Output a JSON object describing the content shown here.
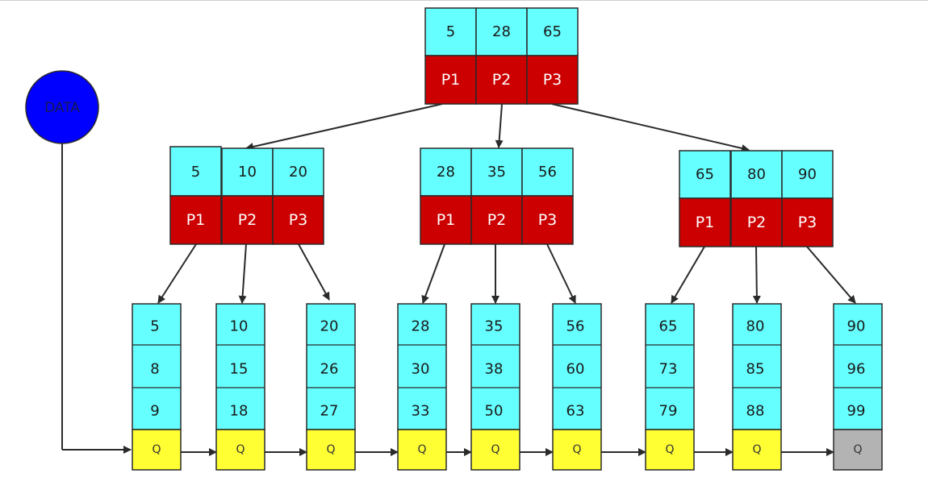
{
  "colors": {
    "key_fill": "#66ffff",
    "pointer_fill": "#cc0000",
    "q_fill": "#ffff33",
    "q_last_fill": "#b3b3b3",
    "data_fill": "#0000ff",
    "stroke": "#2a2a2a",
    "pointer_text": "#ffffff",
    "key_text": "#1a1a1a"
  },
  "data_node": {
    "label": "DATA"
  },
  "root": {
    "keys": [
      "5",
      "28",
      "65"
    ],
    "pointers": [
      "P1",
      "P2",
      "P3"
    ]
  },
  "internal_nodes": [
    {
      "keys": [
        "5",
        "10",
        "20"
      ],
      "pointers": [
        "P1",
        "P2",
        "P3"
      ]
    },
    {
      "keys": [
        "28",
        "35",
        "56"
      ],
      "pointers": [
        "P1",
        "P2",
        "P3"
      ]
    },
    {
      "keys": [
        "65",
        "80",
        "90"
      ],
      "pointers": [
        "P1",
        "P2",
        "P3"
      ]
    }
  ],
  "leaves": [
    {
      "values": [
        "5",
        "8",
        "9"
      ],
      "q": "Q"
    },
    {
      "values": [
        "10",
        "15",
        "18"
      ],
      "q": "Q"
    },
    {
      "values": [
        "20",
        "26",
        "27"
      ],
      "q": "Q"
    },
    {
      "values": [
        "28",
        "30",
        "33"
      ],
      "q": "Q"
    },
    {
      "values": [
        "35",
        "38",
        "50"
      ],
      "q": "Q"
    },
    {
      "values": [
        "56",
        "60",
        "63"
      ],
      "q": "Q"
    },
    {
      "values": [
        "65",
        "73",
        "79"
      ],
      "q": "Q"
    },
    {
      "values": [
        "80",
        "85",
        "88"
      ],
      "q": "Q"
    },
    {
      "values": [
        "90",
        "96",
        "99"
      ],
      "q": "Q"
    }
  ]
}
